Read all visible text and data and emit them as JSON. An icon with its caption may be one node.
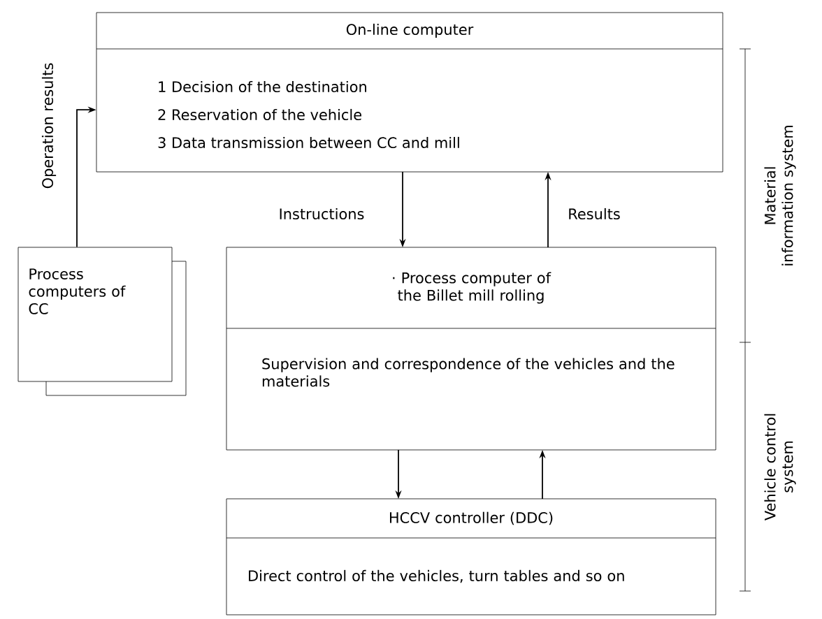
{
  "diagram": {
    "nodes": [
      {
        "text": [
          "On-line computer",
          "1 Decision of the destination",
          "2 Reservation of the vehicle",
          "3 Data transmission between CC and mill"
        ]
      },
      {
        "text": [
          "· Process computer of the Billet mill rolling",
          "Supervision and correspondence of the vehicles and the materials"
        ]
      },
      {
        "text": [
          "HCCV controller (DDC)",
          "Direct control of the vehicles, turn tables and so on"
        ]
      },
      {
        "text": [
          "Process computers of CC"
        ]
      }
    ],
    "edges": [
      {
        "from": 3,
        "to": 0,
        "arrow": "to",
        "label": "Operation results"
      },
      {
        "from": 0,
        "to": 1,
        "arrow": "to",
        "label": "Instructions"
      },
      {
        "from": 1,
        "to": 0,
        "arrow": "to",
        "label": "Results"
      },
      {
        "from": 1,
        "to": 2,
        "arrow": "to"
      },
      {
        "from": 2,
        "to": 1,
        "arrow": "to"
      }
    ],
    "labels": [
      "Material information system",
      "Vehicle control system"
    ]
  }
}
